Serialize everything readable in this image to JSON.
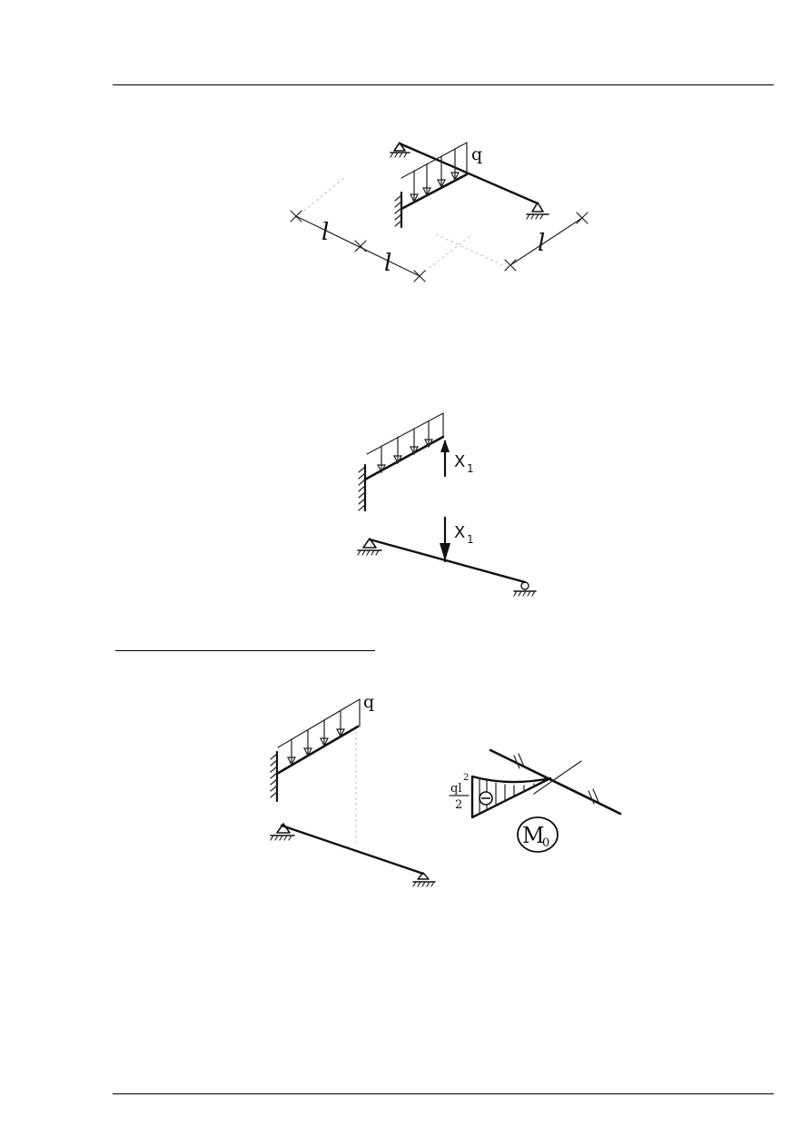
{
  "figure1": {
    "load_label": "q",
    "dim_left": "l",
    "dim_mid": "l",
    "dim_right": "l"
  },
  "figure2": {
    "redundant_up": "X",
    "redundant_up_sub": "1",
    "redundant_down": "X",
    "redundant_down_sub": "1"
  },
  "figure3": {
    "load_label": "q",
    "moment_value_num": "ql",
    "moment_value_exp": "2",
    "moment_value_den": "2",
    "moment_sign": "⊖",
    "diagram_label": "M",
    "diagram_label_sub": "0"
  }
}
